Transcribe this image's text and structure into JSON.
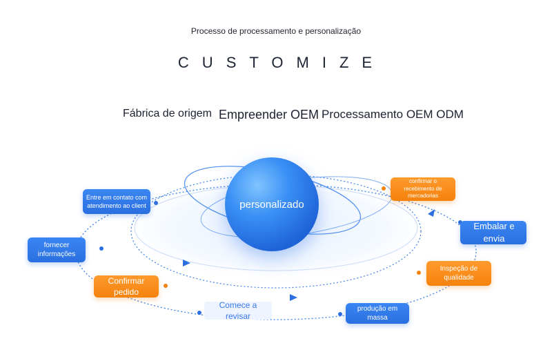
{
  "header": {
    "subtitle": "Processo de processamento e personalização",
    "title": "CUSTOMIZE"
  },
  "services": [
    "Fábrica de origem",
    "Empreender OEM",
    "Processamento OEM ODM"
  ],
  "center": {
    "label": "personalizado"
  },
  "steps": {
    "contact": "Entre em contato com atendimento ao client",
    "info": "fornecer informações",
    "confirm_order": "Confirmar pedido",
    "review": "Comece a revisar",
    "mass_production": "produção em massa",
    "inspection": "Inspeção de qualidade",
    "pack": "Embalar e envia",
    "receipt": "confirmar o recebimento de mercadorias"
  },
  "colors": {
    "blue": "#2a6fe0",
    "orange": "#f5820c",
    "orbit": "#3b7fe6"
  }
}
